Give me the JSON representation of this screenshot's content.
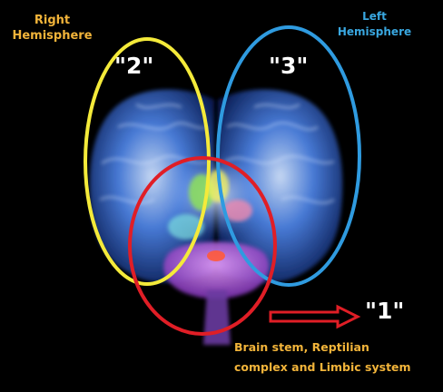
{
  "labels": {
    "right_hemisphere": [
      "Right",
      "Hemisphere"
    ],
    "left_hemisphere": [
      "Left",
      "Hemisphere"
    ],
    "region_2": "\"2\"",
    "region_3": "\"3\"",
    "region_1": "\"1\"",
    "region_1_caption": [
      "Brain stem, Reptilian",
      "complex and Limbic system"
    ]
  },
  "colors": {
    "background": "#000000",
    "right_hemisphere_text": "#f2b43a",
    "left_hemisphere_text": "#39a7e0",
    "caption_text": "#f2b43a",
    "yellow_ellipse": "#f4ea3a",
    "blue_ellipse": "#2f9be0",
    "red_ellipse": "#e01e26",
    "arrow": "#e01e26",
    "brain": "#3f6fd0"
  },
  "icons": {
    "arrow": "right-arrow-icon",
    "brain": "brain-illustration"
  }
}
